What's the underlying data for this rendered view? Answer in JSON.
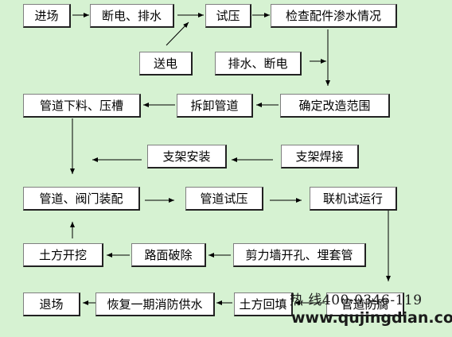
{
  "nodes": {
    "enter_site": "进场",
    "power_drain_off": "断电、排水",
    "pressure_test": "试压",
    "inspect_leaks": "检查配件渗水情况",
    "power_on": "送电",
    "drain_power_off": "排水、断电",
    "define_scope": "确定改造范围",
    "remove_pipes": "拆卸管道",
    "pipe_cut_groove": "管道下料、压槽",
    "support_welding": "支架焊接",
    "support_install": "支架安装",
    "pipe_valve_assembly": "管道、阀门装配",
    "pipe_pressure_test": "管道试压",
    "joint_test_run": "联机试运行",
    "shear_wall_drill": "剪力墙开孔、埋套管",
    "road_breaking": "路面破除",
    "earth_excavation": "土方开挖",
    "pipe_anticorrosion": "管道防腐",
    "earth_backfill": "土方回填",
    "restore_fire_water": "恢复一期消防供水",
    "exit_site": "退场"
  },
  "watermark": {
    "phone": "热 线400-0346-119",
    "site": "www.qujingdian.com"
  },
  "colors": {
    "background": "#d6f2d2",
    "box_fill": "#ffffff",
    "arrow": "#000000"
  }
}
